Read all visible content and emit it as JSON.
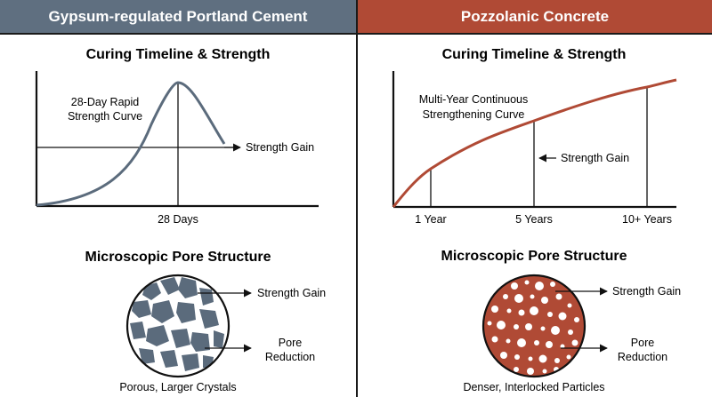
{
  "left": {
    "header": "Gypsum-regulated Portland Cement",
    "timeline_title": "Curing Timeline & Strength",
    "curve_label_1": "28-Day Rapid",
    "curve_label_2": "Strength Curve",
    "strength_gain_arrow": "Strength Gain",
    "x_tick": "28 Days",
    "micro_title": "Microscopic Pore Structure",
    "micro_strength_gain": "Strength Gain",
    "micro_pore_1": "Pore",
    "micro_pore_2": "Reduction",
    "micro_caption": "Porous, Larger Crystals",
    "color_curve": "#5b6b7c",
    "color_particles": "#5b6b7c"
  },
  "right": {
    "header": "Pozzolanic Concrete",
    "timeline_title": "Curing Timeline & Strength",
    "curve_label_1": "Multi-Year Continuous",
    "curve_label_2": "Strengthening Curve",
    "strength_gain_arrow": "Strength Gain",
    "x_ticks": [
      "1 Year",
      "5 Years",
      "10+ Years"
    ],
    "micro_title": "Microscopic Pore Structure",
    "micro_strength_gain": "Strength Gain",
    "micro_pore_1": "Pore",
    "micro_pore_2": "Reduction",
    "micro_caption": "Denser, Interlocked Particles",
    "color_curve": "#b04a35",
    "color_matrix": "#b04a35"
  }
}
